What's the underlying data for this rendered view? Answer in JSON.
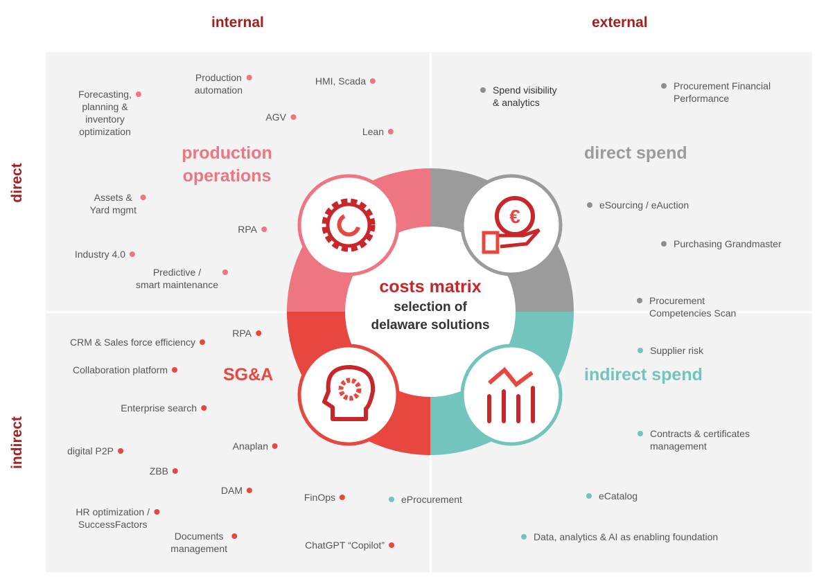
{
  "axes": {
    "internal": "internal",
    "external": "external",
    "direct": "direct",
    "indirect": "indirect"
  },
  "center": {
    "title": "costs matrix",
    "subtitle": "selection of\ndelaware solutions"
  },
  "quadrants": {
    "production_operations": {
      "title": "production\noperations",
      "color": "#ee7582",
      "items": [
        "Forecasting,\nplanning &\ninventory\noptimization",
        "Production\nautomation",
        "HMI, Scada",
        "AGV",
        "Lean",
        "Assets &\nYard mgmt",
        "RPA",
        "Industry 4.0",
        "Predictive /\nsmart maintenance"
      ]
    },
    "direct_spend": {
      "title": "direct spend",
      "color": "#9b9b9b",
      "items": [
        "Spend visibility\n& analytics",
        "Procurement Financial\nPerformance",
        "eSourcing / eAuction",
        "Purchasing Grandmaster",
        "Procurement\nCompetencies Scan"
      ]
    },
    "sga": {
      "title": "SG&A",
      "color": "#e8473f",
      "items": [
        "RPA",
        "CRM & Sales force efficiency",
        "Collaboration platform",
        "Enterprise search",
        "Anaplan",
        "digital P2P",
        "ZBB",
        "DAM",
        "FinOps",
        "HR optimization /\nSuccessFactors",
        "Documents\nmanagement",
        "ChatGPT “Copilot”"
      ]
    },
    "indirect_spend": {
      "title": "indirect spend",
      "color": "#72c4bd",
      "items": [
        "Supplier risk",
        "Contracts & certificates\nmanagement",
        "eCatalog",
        "Data, analytics & AI as enabling foundation",
        "eProcurement"
      ]
    }
  }
}
